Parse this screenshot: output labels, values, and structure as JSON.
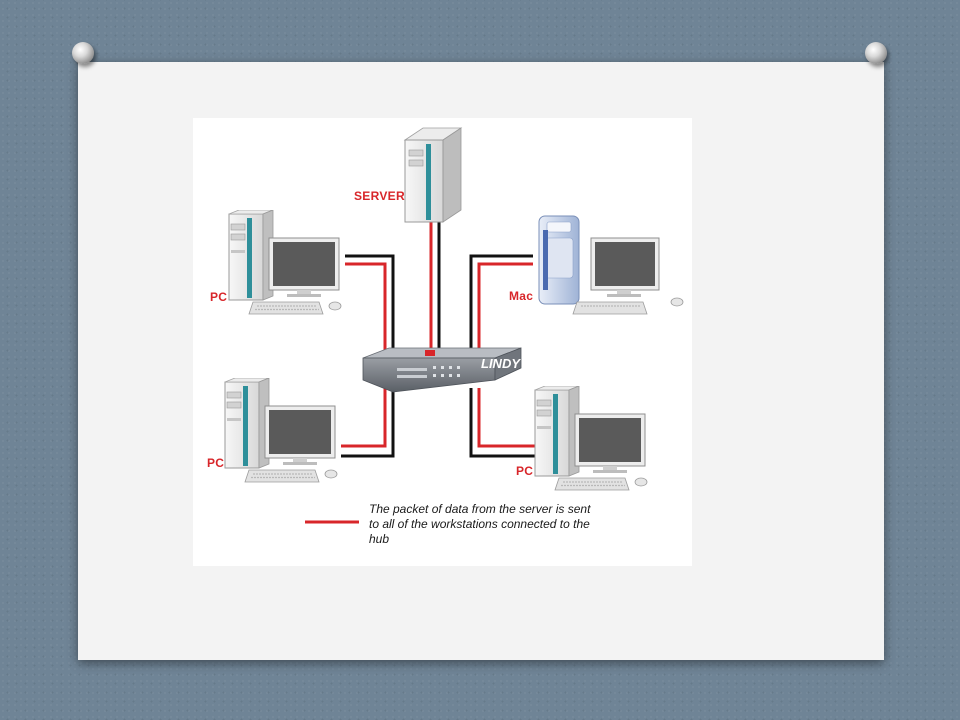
{
  "diagram": {
    "nodes": {
      "server": {
        "label": "SERVER"
      },
      "pc_top_left": {
        "label": "PC"
      },
      "mac_top_right": {
        "label": "Mac"
      },
      "pc_bottom_left": {
        "label": "PC"
      },
      "pc_bottom_right": {
        "label": "PC"
      },
      "hub": {
        "brand": "LINDY"
      }
    },
    "legend": {
      "text": "The packet of data from the server is sent to all of the workstations connected to the hub",
      "line_color": "#d8262a"
    },
    "colors": {
      "data_line": "#d8262a",
      "cable": "#111111",
      "label": "#d8262a",
      "tower_accent": "#2e8f9a"
    }
  }
}
